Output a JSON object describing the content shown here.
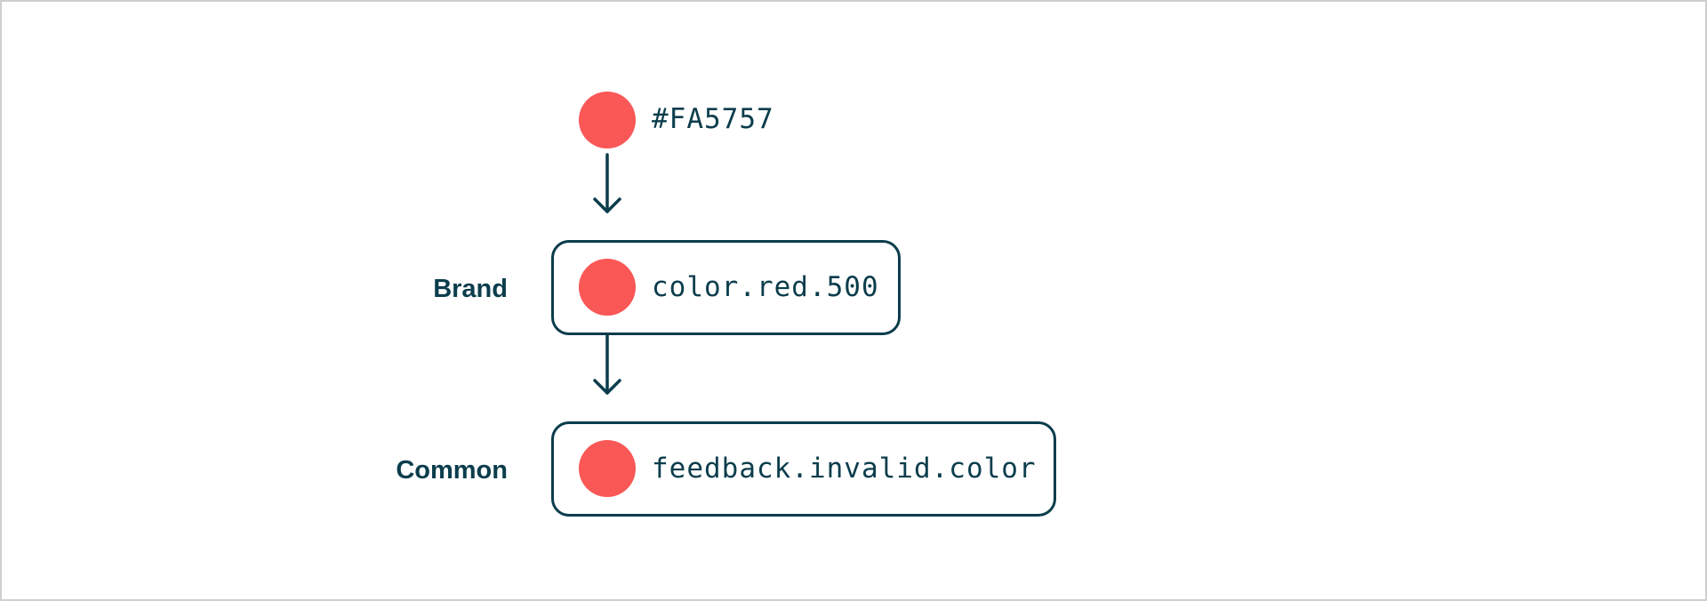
{
  "colors": {
    "swatch": "#FA5757",
    "ink": "#0b3d4c"
  },
  "source": {
    "value": "#FA5757"
  },
  "tiers": [
    {
      "label": "Brand",
      "token": "color.red.500"
    },
    {
      "label": "Common",
      "token": "feedback.invalid.color"
    }
  ]
}
